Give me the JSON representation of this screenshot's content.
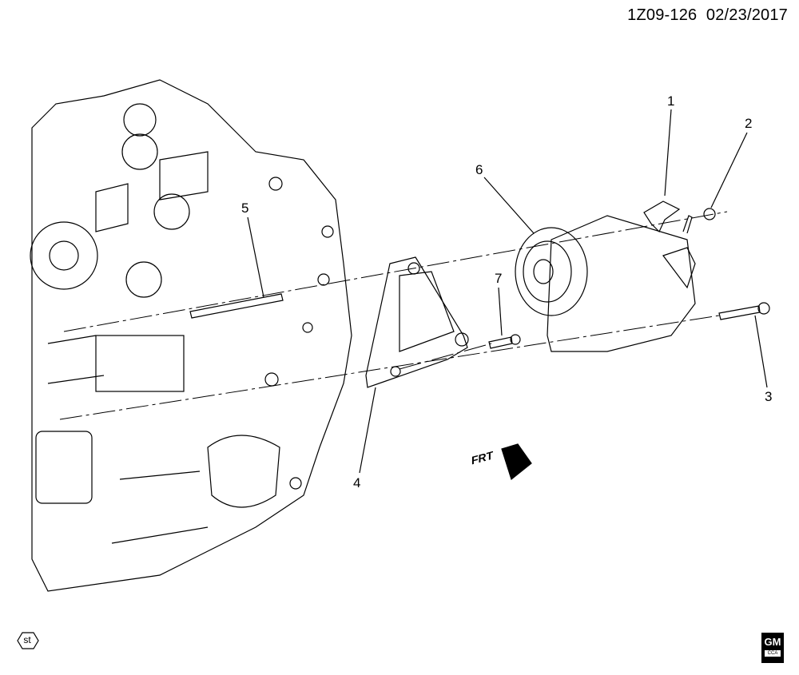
{
  "header": {
    "diagram_id": "1Z09-126",
    "date": "02/23/2017"
  },
  "callouts": [
    "1",
    "2",
    "3",
    "4",
    "5",
    "6",
    "7"
  ],
  "direction_marker": "FRT",
  "st_symbol": "st",
  "logo": {
    "brand": "GM",
    "sub": "CCA"
  }
}
